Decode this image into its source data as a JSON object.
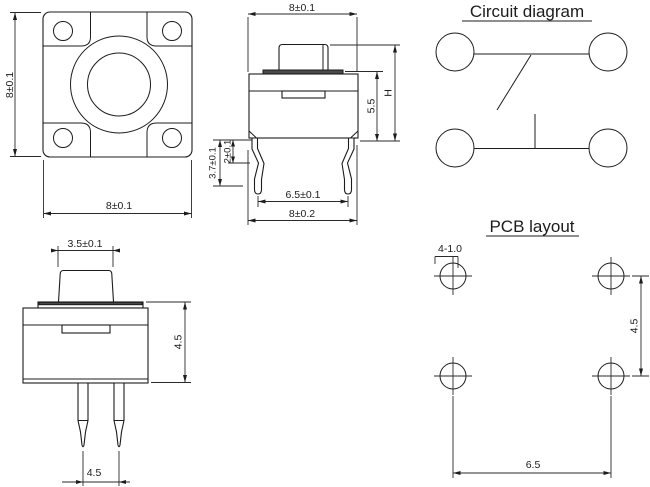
{
  "page": {
    "background": "#ffffff",
    "line_color": "#1c1c1c",
    "plate_fill": "#4a4a4a"
  },
  "top_view": {
    "dim_height_left": "8±0.1",
    "dim_width_bottom": "8±0.1"
  },
  "side_view": {
    "dim_width_top": "8±0.1",
    "dim_total_height": "H",
    "dim_body_height": "5.5",
    "dim_pin_length": "3.7±0.1",
    "dim_pin_bend": "2±0.1",
    "dim_pin_span": "6.5±0.1",
    "dim_base_width": "8±0.2"
  },
  "front_view": {
    "dim_button_width": "3.5±0.1",
    "dim_body_height": "4.5",
    "dim_pin_spacing": "4.5"
  },
  "circuit_diagram": {
    "title": "Circuit diagram"
  },
  "pcb_layout": {
    "title": "PCB layout",
    "dim_hole": "4-1.0",
    "dim_vertical": "4.5",
    "dim_horizontal": "6.5"
  }
}
